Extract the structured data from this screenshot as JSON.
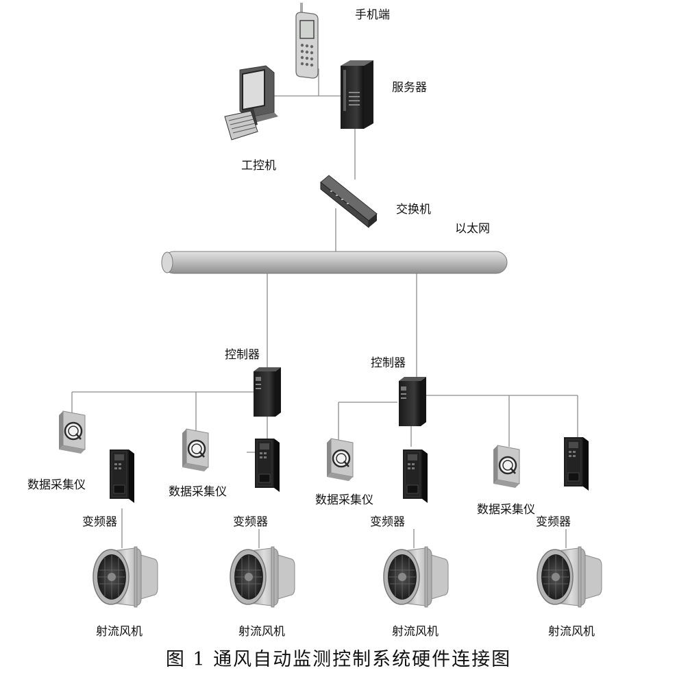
{
  "labels": {
    "phone": "手机端",
    "server": "服务器",
    "ipc": "工控机",
    "switch": "交换机",
    "ethernet": "以太网",
    "controller": "控制器",
    "collector": "数据采集仪",
    "inverter": "变频器",
    "fan": "射流风机"
  },
  "caption": "图 1 通风自动监测控制系统硬件连接图"
}
